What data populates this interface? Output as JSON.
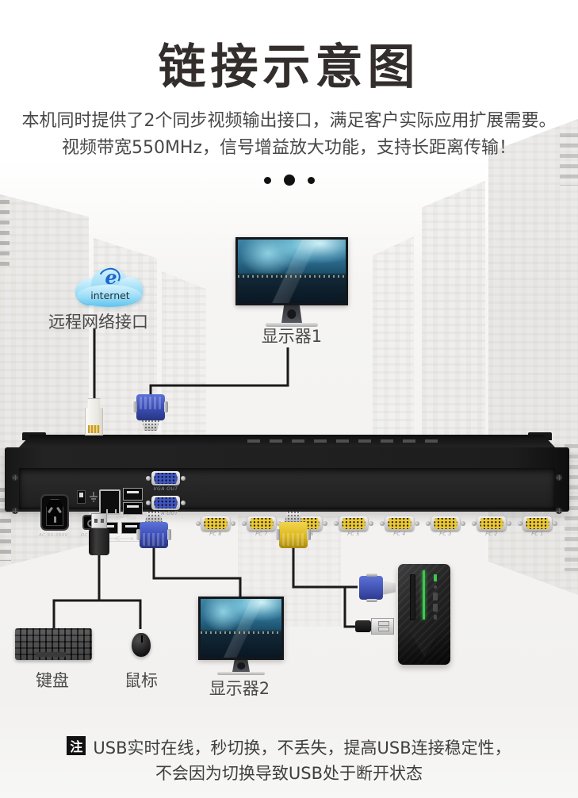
{
  "page": {
    "title": "链接示意图",
    "intro_line1": "本机同时提供了2个同步视频输出接口，满足客户实际应用扩展需要。",
    "intro_line2": "视频带宽550MHz，信号增益放大功能，支持长距离传输！"
  },
  "diagram": {
    "internet_cloud": {
      "text": "internet",
      "label": "远程网络接口"
    },
    "monitor1": {
      "label": "显示器1"
    },
    "monitor2": {
      "label": "显示器2"
    },
    "keyboard": {
      "label": "键盘"
    },
    "mouse": {
      "label": "鼠标"
    },
    "kvm": {
      "ac_label": "AC  90-264V",
      "dc_label": "DC 12V",
      "network_label": "NETWORK",
      "usb_label": "USB",
      "vga_out_ports": [
        "VGA OUT",
        "VGA OUT"
      ],
      "pc_ports": [
        "PC 8",
        "PC 7",
        "PC 6",
        "PC 5",
        "PC 4",
        "PC 3",
        "PC 2",
        "PC 1"
      ]
    }
  },
  "note": {
    "badge": "注",
    "line1": "USB实时在线，秒切换，不丢失，提高USB连接稳定性，",
    "line2": "不会因为切换导致USB处于断开状态"
  },
  "colors": {
    "vga_blue": "#3f55c0",
    "vga_yellow": "#ecc937",
    "pc_accent_green": "#3dc94f",
    "line_black": "#1a1a1a",
    "cloud_blue": "#5fc3ee"
  }
}
